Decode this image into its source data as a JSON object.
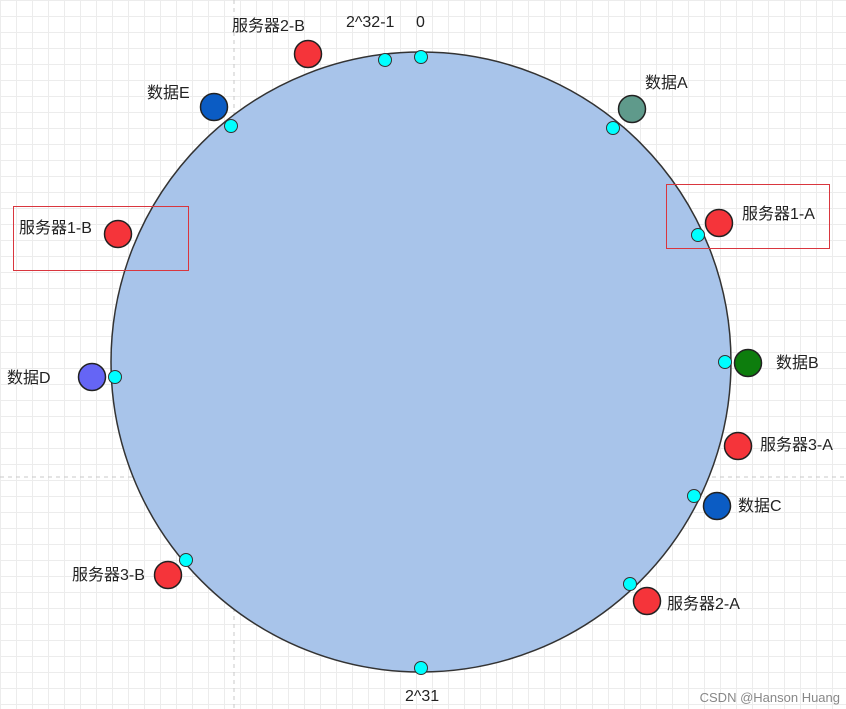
{
  "labels": {
    "max": "2^32-1",
    "zero": "0",
    "mid": "2^31"
  },
  "nodes": [
    {
      "id": "data-a",
      "label": "数据A",
      "kind": "data",
      "color": "#5f9a8b"
    },
    {
      "id": "server-1a",
      "label": "服务器1-A",
      "kind": "server",
      "color": "#f5343a",
      "highlighted": true
    },
    {
      "id": "data-b",
      "label": "数据B",
      "kind": "data",
      "color": "#0d7d0d"
    },
    {
      "id": "server-3a",
      "label": "服务器3-A",
      "kind": "server",
      "color": "#f5343a"
    },
    {
      "id": "data-c",
      "label": "数据C",
      "kind": "data",
      "color": "#0b5cc4"
    },
    {
      "id": "server-2a",
      "label": "服务器2-A",
      "kind": "server",
      "color": "#f5343a"
    },
    {
      "id": "server-3b",
      "label": "服务器3-B",
      "kind": "server",
      "color": "#f5343a"
    },
    {
      "id": "data-d",
      "label": "数据D",
      "kind": "data",
      "color": "#6565f5"
    },
    {
      "id": "server-1b",
      "label": "服务器1-B",
      "kind": "server",
      "color": "#f5343a",
      "highlighted": true
    },
    {
      "id": "data-e",
      "label": "数据E",
      "kind": "data",
      "color": "#0b5cc4"
    },
    {
      "id": "server-2b",
      "label": "服务器2-B",
      "kind": "server",
      "color": "#f5343a"
    }
  ],
  "colors": {
    "ring_fill": "#a8c4ea",
    "ring_stroke": "#333333",
    "hash_point": "#00ffff",
    "highlight": "#d9363e"
  },
  "watermark": "CSDN @Hanson Huang"
}
